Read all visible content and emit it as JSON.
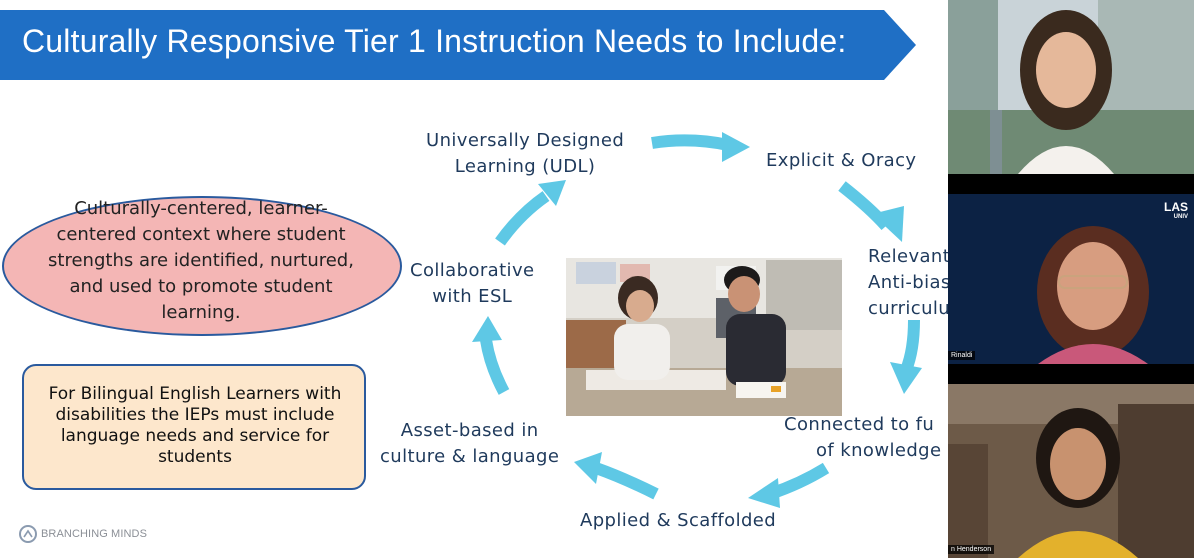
{
  "slide": {
    "title": "Culturally Responsive Tier 1 Instruction Needs to Include:",
    "cycle": {
      "udl": [
        "Universally  Designed",
        "Learning (UDL)"
      ],
      "explicit": "Explicit &  Oracy",
      "relevant": [
        "Relevant",
        "Anti-bias",
        "curriculu"
      ],
      "connected": [
        "Connected to  fu",
        "of  knowledge"
      ],
      "applied": "Applied & Scaffolded",
      "asset": [
        "Asset-based in",
        "culture & language"
      ],
      "collaborative": [
        "Collaborative",
        "with ESL"
      ]
    },
    "oval_text": [
      "Culturally-centered, learner-",
      "centered context where student",
      "strengths are identified,  nurtured,",
      "and used to promote student",
      "learning."
    ],
    "note_text": [
      "For Bilingual English Learners with",
      "disabilities the IEPs must include",
      "language needs and service for",
      "students"
    ],
    "logo": {
      "text": "BRANCHING MINDS"
    }
  },
  "video": {
    "participants": [
      {
        "name": ""
      },
      {
        "name": "Rinaldi",
        "badge": "LAS",
        "badge_sub": "UNIV"
      },
      {
        "name": "n Henderson"
      }
    ]
  },
  "colors": {
    "banner": "#1f6fc5",
    "arrow": "#5ec8e5",
    "text": "#1f3a5c",
    "oval": "#f4b6b5",
    "note": "#fde7cc",
    "border": "#2a5a9e"
  }
}
